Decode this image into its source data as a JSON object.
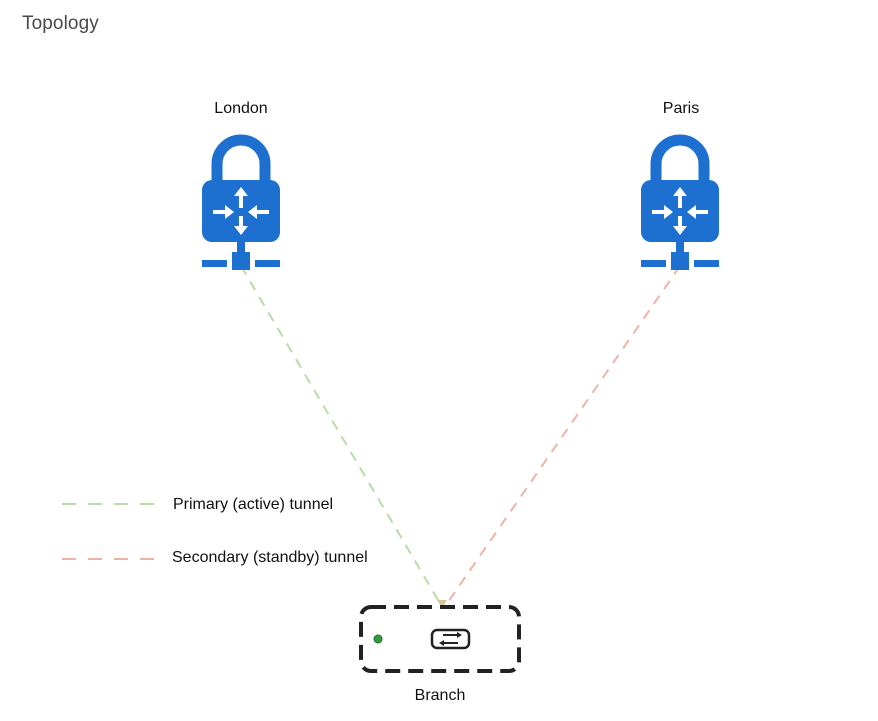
{
  "page": {
    "title": "Topology"
  },
  "nodes": {
    "london": {
      "label": "London",
      "icon": "vpn-router-lock-icon"
    },
    "paris": {
      "label": "Paris",
      "icon": "vpn-router-lock-icon"
    },
    "branch": {
      "label": "Branch",
      "icon": "branch-appliance-icon",
      "status_led": "green"
    }
  },
  "legend": {
    "primary": {
      "label": "Primary (active) tunnel",
      "color": "#b9dba5"
    },
    "secondary": {
      "label": "Secondary (standby) tunnel",
      "color": "#f0b3a3"
    }
  },
  "colors": {
    "accent": "#1d6fd0",
    "appliance_border": "#222222",
    "led": "#2e9e3e"
  }
}
